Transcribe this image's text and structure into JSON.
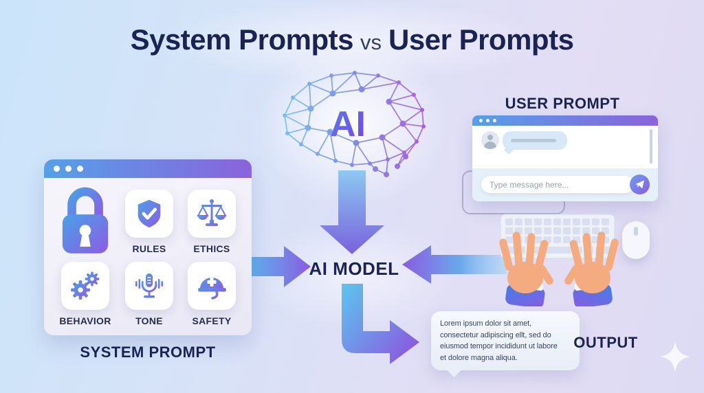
{
  "title": {
    "part1": "System Prompts",
    "separator": "vs",
    "part2": "User Prompts"
  },
  "brain": {
    "label": "AI",
    "icon": "neural-brain-icon"
  },
  "center": {
    "ai_model_label": "AI MODEL"
  },
  "system_prompt": {
    "caption": "SYSTEM PROMPT",
    "features": [
      {
        "icon": "lock-icon",
        "label": ""
      },
      {
        "icon": "shield-check-icon",
        "label": "RULES"
      },
      {
        "icon": "scales-icon",
        "label": "ETHICS"
      },
      {
        "icon": "gears-icon",
        "label": "BEHAVIOR"
      },
      {
        "icon": "microphone-icon",
        "label": "TONE"
      },
      {
        "icon": "helmet-icon",
        "label": "SAFETY"
      }
    ]
  },
  "user_prompt": {
    "caption": "USER PROMPT",
    "chat": {
      "placeholder": "Type message here...",
      "send_icon": "paper-plane-icon",
      "avatar_icon": "user-avatar-icon"
    }
  },
  "output": {
    "caption": "OUTPUT",
    "bubble_text": "Lorem ipsum dolor sit amet,\nconsectetur adipiscing ellt, sed do\neiusmod tempor incididunt ut labore\net dolore magna aliqua."
  },
  "colors": {
    "navy": "#1b2352",
    "accent_blue": "#4f9fe8",
    "accent_purple": "#8a5ce0",
    "titlebar_gradient_start": "#55a0e8",
    "titlebar_gradient_end": "#8a63dc",
    "background_blue": "#cde5fa",
    "background_lavender": "#dddcf5"
  }
}
